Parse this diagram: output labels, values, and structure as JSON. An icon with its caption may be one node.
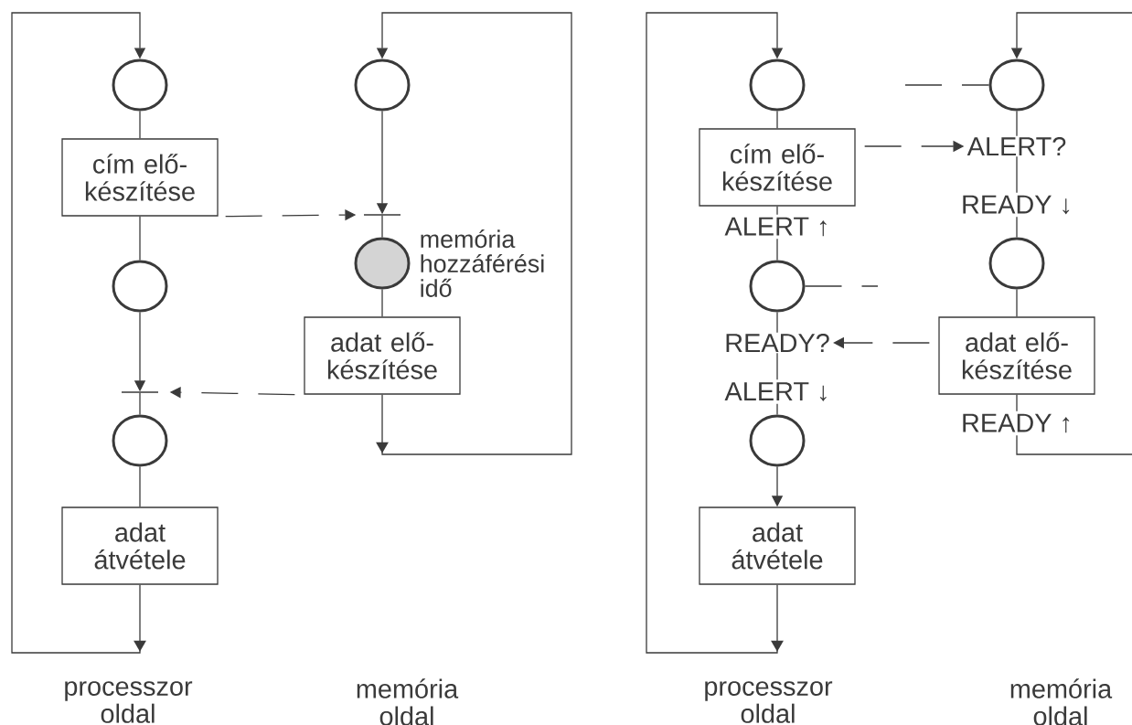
{
  "diagram": {
    "nodes": [
      {
        "text": [],
        "shape": "circle"
      },
      {
        "text": [
          "cím elő- készítése"
        ]
      },
      {
        "text": [],
        "shape": "circle"
      },
      {
        "text": [],
        "shape": "bar"
      },
      {
        "text": [],
        "shape": "circle"
      },
      {
        "text": [
          "adat átvétele"
        ]
      },
      {
        "text": [],
        "shape": "circle"
      },
      {
        "text": [],
        "shape": "bar"
      },
      {
        "text": [],
        "shape": "circle",
        "beside": [
          "memória hozzáférési idő"
        ]
      },
      {
        "text": [
          "adat elő- készítése"
        ]
      },
      {
        "text": [],
        "shape": "circle"
      },
      {
        "text": [
          "cím elő- készítése"
        ]
      },
      {
        "text": [],
        "shape": "circle"
      },
      {
        "text": [
          "READY?"
        ]
      },
      {
        "text": [],
        "shape": "circle"
      },
      {
        "text": [
          "adat átvétele"
        ]
      },
      {
        "text": [],
        "shape": "circle"
      },
      {
        "text": [
          "ALERT?"
        ]
      },
      {
        "text": [],
        "shape": "circle"
      },
      {
        "text": [
          "adat elő- készítése"
        ]
      }
    ],
    "edges": [
      {
        "from": 0,
        "to": 1,
        "arrow": "none"
      },
      {
        "from": 1,
        "to": 2,
        "arrow": "none"
      },
      {
        "from": 2,
        "to": 3,
        "arrow": "to"
      },
      {
        "from": 3,
        "to": 4,
        "arrow": "none"
      },
      {
        "from": 4,
        "to": 5,
        "arrow": "none"
      },
      {
        "from": 5,
        "to": 0,
        "arrow": "to"
      },
      {
        "from": 6,
        "to": 7,
        "arrow": "to"
      },
      {
        "from": 7,
        "to": 8,
        "arrow": "none"
      },
      {
        "from": 8,
        "to": 9,
        "arrow": "none"
      },
      {
        "from": 9,
        "to": 6,
        "arrow": "to"
      },
      {
        "from": 1,
        "to": 7,
        "arrow": "to",
        "style": "dashed"
      },
      {
        "from": 9,
        "to": 3,
        "arrow": "to",
        "style": "dashed"
      },
      {
        "from": 10,
        "to": 11,
        "arrow": "none"
      },
      {
        "from": 11,
        "to": 12,
        "arrow": "none",
        "label": "ALERT ↑"
      },
      {
        "from": 12,
        "to": 13,
        "arrow": "none"
      },
      {
        "from": 13,
        "to": 14,
        "arrow": "none",
        "label": "ALERT ↓"
      },
      {
        "from": 14,
        "to": 15,
        "arrow": "to"
      },
      {
        "from": 15,
        "to": 10,
        "arrow": "to"
      },
      {
        "from": 16,
        "to": 17,
        "arrow": "none"
      },
      {
        "from": 17,
        "to": 18,
        "arrow": "none",
        "label": "READY ↓"
      },
      {
        "from": 18,
        "to": 19,
        "arrow": "none"
      },
      {
        "from": 19,
        "to": 16,
        "arrow": "to",
        "label": "READY ↑"
      },
      {
        "from": 11,
        "to": 17,
        "arrow": "to",
        "style": "dashed"
      },
      {
        "from": 19,
        "to": 13,
        "arrow": "to",
        "style": "dashed"
      },
      {
        "from": null,
        "to": 16,
        "arrow": "none",
        "style": "dashed"
      },
      {
        "from": 12,
        "to": null,
        "arrow": "none",
        "style": "dashed"
      }
    ],
    "labels": [
      "processzor oldal",
      "memória oldal",
      "processzor oldal",
      "memória oldal"
    ]
  }
}
